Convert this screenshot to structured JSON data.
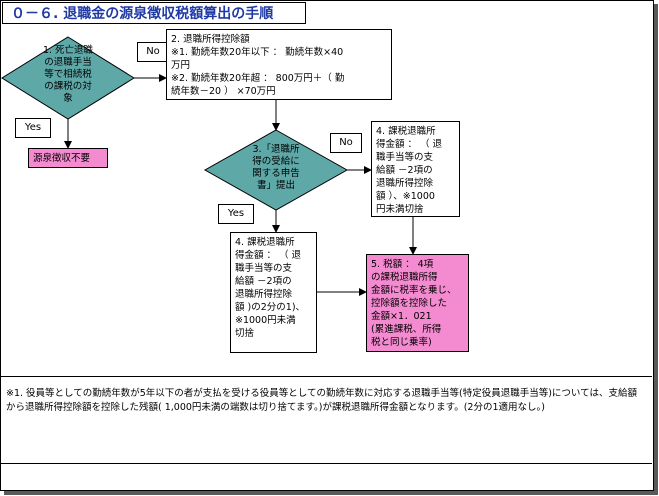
{
  "title": "０－６. 退職金の源泉徴収税額算出の手順",
  "decision1": "1. 死亡退職\nの退職手当\n等で相続税\nの課税の対\n象",
  "label_no_1": "No",
  "label_yes_1": "Yes",
  "result_no_withholding": "源泉徴収不要",
  "box_deduction": "2. 退職所得控除額\n※1. 勤続年数20年以下 ：  勤続年数×40\n万円\n※2. 勤続年数20年超  ：  800万円＋（ 勤\n続年数－20  ） ×70万円",
  "decision3": "3.「退職所\n得の受給に\n関する申告\n書」提出",
  "label_no_2": "No",
  "label_yes_2": "Yes",
  "box_taxable_no": "4. 課税退職所\n得金額 ： （ 退\n職手当等の支\n給額 －2項の\n退職所得控除\n額 ）、※1000\n円未満切捨",
  "box_taxable_yes": "4. 課税退職所\n得金額 ： （ 退\n職手当等の支\n給額 －2項の\n退職所得控除\n額 )の2分の1)、\n※1000円未満\n切捨",
  "box_tax": "5. 税額 ： 4項\nの課税退職所得\n金額に税率を乗じ、\n控除額を控除した\n金額×1．021\n(累進課税、所得\n税と同じ乗率)",
  "note": "※1. 役員等としての勤続年数が5年以下の者が支払を受ける役員等としての勤続年数に対応する退職手当等(特定役員退職手当等)については、支給額から退職所得控除額を控除した残額( 1,000円未満の端数は切り捨てます。)が課税退職所得金額となります。(2分の1適用なし。)",
  "colors": {
    "diamond": "#5fa8a8",
    "pink": "#f48ad0",
    "title_text": "#1f3aa6"
  }
}
